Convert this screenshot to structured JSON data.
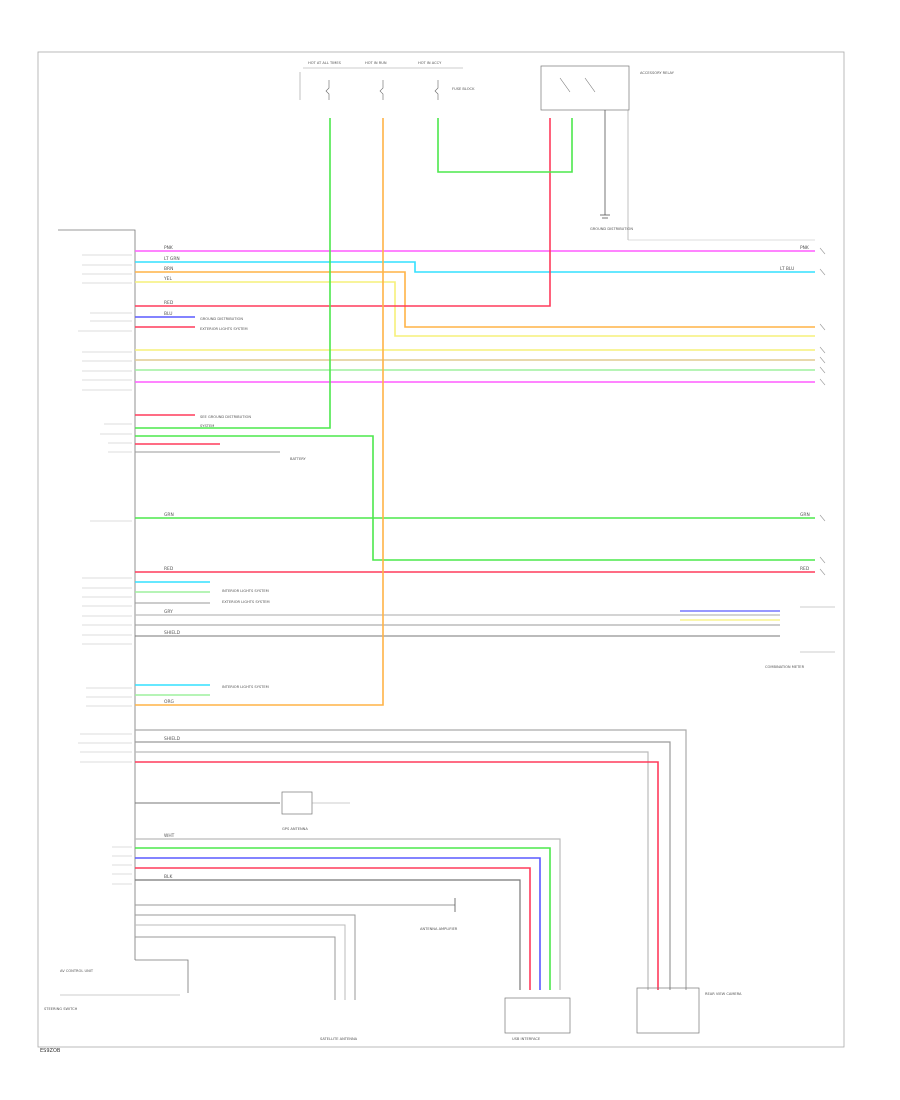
{
  "diagram": {
    "corner_label": "ES9ZOB",
    "colors": {
      "pink": "#ff5cff",
      "cyan": "#33e0ff",
      "orange": "#ffb347",
      "yellow": "#f6f07a",
      "red": "#ff3b5c",
      "green": "#4ce84c",
      "blue": "#5a5aff",
      "gray": "#9a9a9a",
      "dark": "#555555",
      "light_yellow": "#f4f0b0"
    },
    "wire_labels": {
      "pnk": "PNK",
      "ltgrn": "LT GRN",
      "brn": "BRN",
      "yel": "YEL",
      "red": "RED",
      "blu": "BLU",
      "grn": "GRN",
      "gry": "GRY",
      "blk": "BLK",
      "shield": "SHIELD",
      "wht": "WHT",
      "org": "ORG",
      "ltblu": "LT BLU"
    },
    "ref_notes": {
      "ground_dist": "GROUND DISTRIBUTION",
      "gd_system": "SYSTEM",
      "exterior_lights": "EXTERIOR LIGHTS SYSTEM",
      "sidewall": "BATTERY",
      "illum_note": "INTERIOR LIGHTS SYSTEM",
      "see_ground": "SEE GROUND DISTRIBUTION",
      "av_control": "AV CONTROL UNIT",
      "satellite": "SATELLITE ANTENNA",
      "gps": "GPS ANTENNA",
      "antenna_amp": "ANTENNA AMPLIFIER",
      "usb_interface": "USB INTERFACE",
      "rear_camera": "REAR VIEW CAMERA",
      "steering_sw": "STEERING SWITCH",
      "combination": "COMBINATION METER",
      "accessory_relay": "ACCESSORY RELAY",
      "fuse_block": "FUSE BLOCK",
      "hot_at_all": "HOT AT ALL TIMES",
      "hot_in_run": "HOT IN RUN",
      "hot_acc": "HOT IN ACCY"
    }
  }
}
